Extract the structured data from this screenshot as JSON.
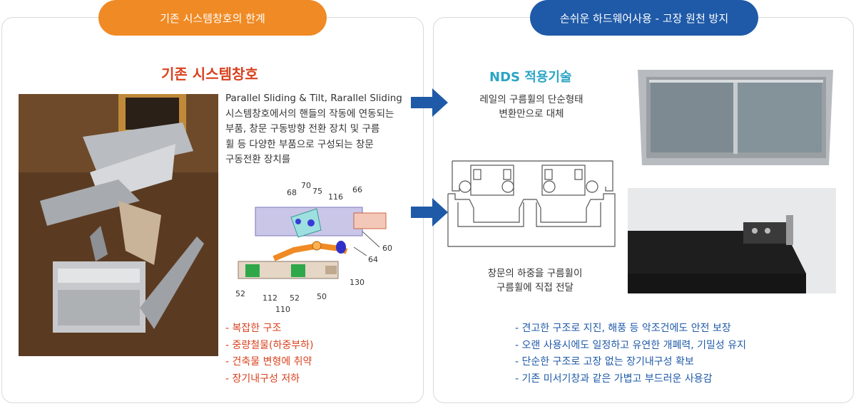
{
  "left": {
    "pill": "기존 시스템창호의 한계",
    "title": "기존 시스템창호",
    "desc_lines": [
      "Parallel Sliding & Tilt, Rarallel Sliding",
      "시스템창호에서의 핸들의 작동에 연동되는",
      "부품, 창문 구동방향 전환 장치 및 구름",
      "휠 등 다양한 부품으로 구성되는 창문",
      "구동전환 장치를"
    ],
    "bullets": [
      "- 복잡한 구조",
      "- 중량철물(하중부하)",
      "- 건축물 변형에 취약",
      "- 장기내구성 저하"
    ],
    "diagram_labels": [
      "68",
      "70",
      "75",
      "116",
      "66",
      "60",
      "64",
      "130",
      "52",
      "112",
      "110",
      "52",
      "50"
    ]
  },
  "right": {
    "pill": "손쉬운 하드웨어사용 - 고장 원천 방지",
    "nds_title": "NDS 적용기술",
    "nds_sub": [
      "레일의 구름휠의 단순형태",
      "변환만으로 대체"
    ],
    "load_text": [
      "창문의 하중을 구름휠이",
      "구름휠에 직접 전달"
    ],
    "bullets": [
      "- 견고한 구조로 지진, 해풍 등 악조건에도 안전 보장",
      "- 오랜 사용시에도 일정하고 유연한 개폐력, 기밀성 유지",
      "- 단순한 구조로 고장 없는 장기내구성 확보",
      "- 기존 미서기창과 같은 가볍고 부드러운 사용감"
    ]
  },
  "colors": {
    "orange": "#f08a24",
    "blue": "#1f5aa8",
    "red": "#d9411e",
    "teal": "#2aa4c4"
  }
}
